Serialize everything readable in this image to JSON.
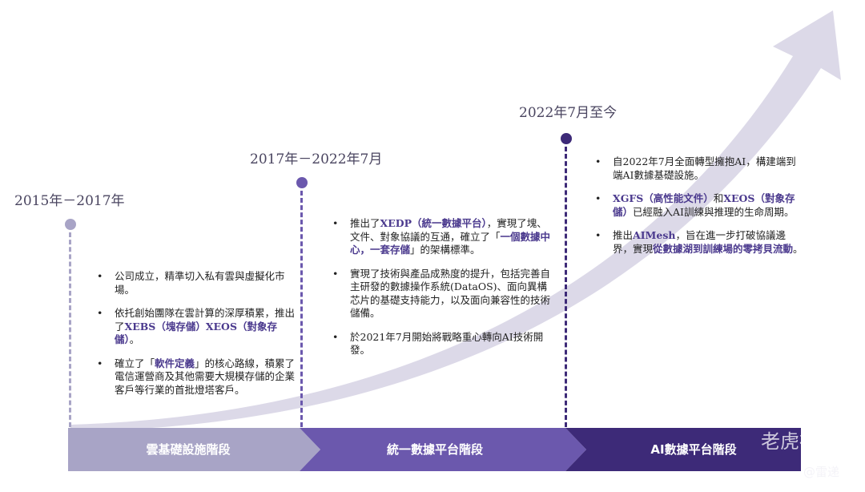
{
  "colors": {
    "arrow": "#dcd9e8",
    "phase1": "#a8a4c6",
    "phase2": "#6b58ad",
    "phase3": "#3d2a78",
    "highlight": "#4b3a8e"
  },
  "periods": [
    {
      "date": "2015年－2017年",
      "stage": "雲基礎設施階段",
      "bullets": [
        [
          {
            "t": "公司成立，精準切入私有雲與虛擬化市場。"
          }
        ],
        [
          {
            "t": "依托創始團隊在雲計算的深厚積累，推出了"
          },
          {
            "t": "XEBS（塊存儲）XEOS（對象存儲）",
            "hl": true
          },
          {
            "t": "。"
          }
        ],
        [
          {
            "t": "確立了「"
          },
          {
            "t": "軟件定義",
            "hl": true
          },
          {
            "t": "」的核心路線，積累了電信運營商及其他需要大規模存儲的企業客戶等行業的首批燈塔客戶。"
          }
        ]
      ]
    },
    {
      "date": "2017年－2022年7月",
      "stage": "統一數據平台階段",
      "bullets": [
        [
          {
            "t": "推出了"
          },
          {
            "t": "XEDP（統一數據平台）",
            "hl": true
          },
          {
            "t": "，實現了塊、文件、對象協議的互通，確立了「"
          },
          {
            "t": "一個數據中心，一套存儲",
            "hl": true
          },
          {
            "t": "」的架構標準。"
          }
        ],
        [
          {
            "t": "實現了技術與產品成熟度的提升，包括完善自主研發的數據操作系統(DataOS)、面向異構芯片的基礎支持能力，以及面向兼容性的技術儲備。"
          }
        ],
        [
          {
            "t": "於2021年7月開始將戰略重心轉向AI技術開發。"
          }
        ]
      ]
    },
    {
      "date": "2022年7月至今",
      "stage": "AI數據平台階段",
      "bullets": [
        [
          {
            "t": "自2022年7月全面轉型擁抱AI，構建端到端AI數據基礎設施。"
          }
        ],
        [
          {
            "t": "XGFS（高性能文件）",
            "hl": true
          },
          {
            "t": "和"
          },
          {
            "t": "XEOS（對象存儲）",
            "hl": true
          },
          {
            "t": "已經融入AI訓練與推理的生命周期。"
          }
        ],
        [
          {
            "t": "推出"
          },
          {
            "t": "AIMesh",
            "hl": true
          },
          {
            "t": "，旨在進一步打破協議邊界，實現"
          },
          {
            "t": "從數據湖到訓練場的零拷貝流動",
            "hl": true
          },
          {
            "t": "。"
          }
        ]
      ]
    }
  ],
  "watermark": {
    "brand": "老虎社区",
    "handle": "@雷递"
  }
}
